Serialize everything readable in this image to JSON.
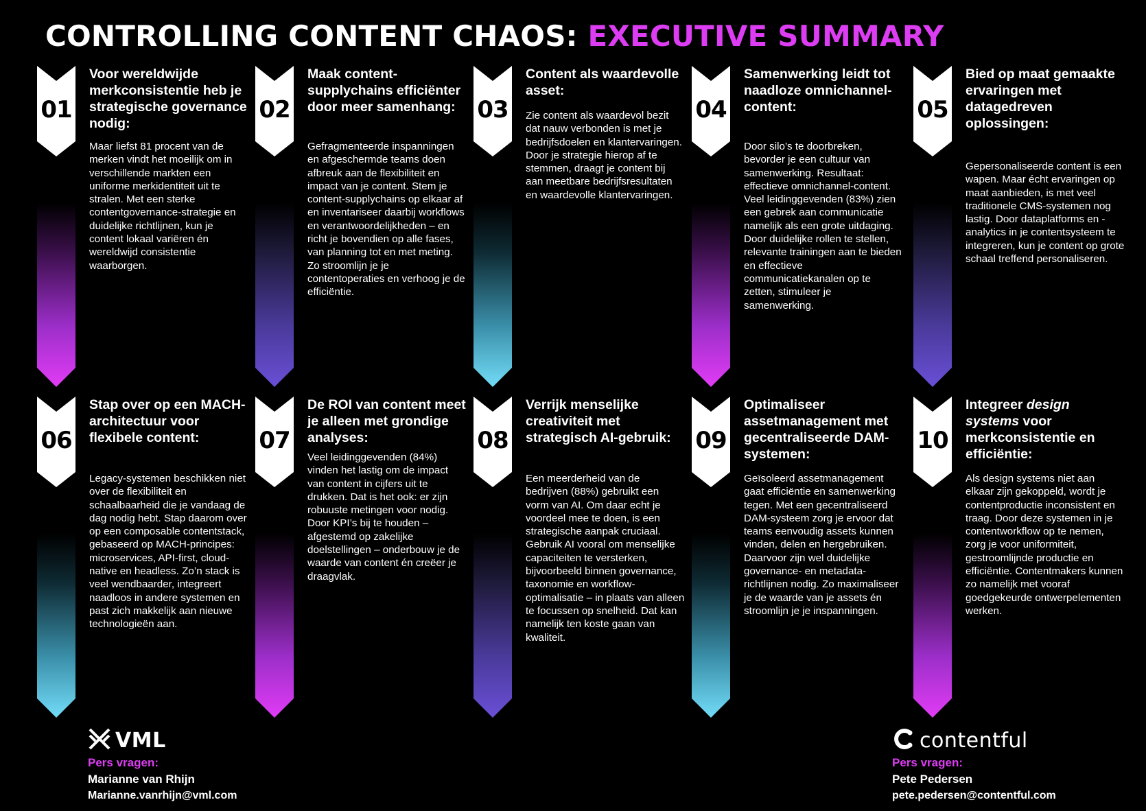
{
  "header": {
    "title_main": "CONTROLLING CONTENT CHAOS:",
    "title_accent": "EXECUTIVE SUMMARY",
    "accent_color": "#dc3df2"
  },
  "cards": [
    {
      "number": "01",
      "title": "Voor wereldwijde merkconsistentie heb je strategische governance nodig:",
      "body": "Maar liefst 81 procent van de merken vindt het moeilijk om in verschillende markten een uniforme merkidentiteit uit te stralen. Met een sterke contentgovernance-strategie en duidelijke richtlijnen, kun je content lokaal variëren én wereldwijd consistentie waarborgen.",
      "gradient": [
        "#000000",
        "#3a0f4a",
        "#9b2ec8",
        "#e13cf5"
      ]
    },
    {
      "number": "02",
      "title": "Maak content-supplychains efficiënter door meer samenhang:",
      "body": "Gefragmenteerde inspanningen en afgeschermde teams doen afbreuk aan de flexibiliteit en impact van je content. Stem je content-supplychains op elkaar af en inventariseer daarbij workflows en verantwoordelijkheden – en richt je bovendien op alle fases, van planning tot en met meting. Zo stroomlijn je je contentoperaties en verhoog je de efficiëntie.",
      "gradient": [
        "#000000",
        "#1e1a3a",
        "#4a3a9a",
        "#6a4fd6"
      ]
    },
    {
      "number": "03",
      "title": "Content als waardevolle asset:",
      "body": "Zie content als waardevol bezit dat nauw verbonden is met je bedrijfsdoelen en klantervaringen. Door je strategie hierop af te stemmen, draagt je content bij aan meetbare bedrijfsresultaten en waardevolle klantervaringen.",
      "gradient": [
        "#000000",
        "#0e2a33",
        "#3a8ea8",
        "#72dcf8"
      ]
    },
    {
      "number": "04",
      "title": "Samenwerking leidt tot naadloze omnichannel-content:",
      "body": "Door silo’s te doorbreken, bevorder je een cultuur van samenwerking. Resultaat: effectieve omnichannel-content. Veel leidinggevenden (83%) zien een gebrek aan communicatie namelijk als een grote uitdaging. Door duidelijke rollen te stellen, relevante trainingen aan te bieden en effectieve communicatiekanalen op te zetten, stimuleer je samenwerking.",
      "gradient": [
        "#000000",
        "#3a0f4a",
        "#9b2ec8",
        "#e13cf5"
      ]
    },
    {
      "number": "05",
      "title": "Bied op maat gemaakte ervaringen met datagedreven oplossingen:",
      "body": "Gepersonaliseerde content is een wapen. Maar écht ervaringen op maat aanbieden, is met veel traditionele CMS-systemen nog lastig. Door dataplatforms en -analytics in je contentsysteem te integreren, kun je content op grote schaal treffend personaliseren.",
      "gradient": [
        "#000000",
        "#1e1a3a",
        "#4a3a9a",
        "#6a4fd6"
      ]
    },
    {
      "number": "06",
      "title": "Stap over op een MACH-architectuur voor flexibele content:",
      "body": "Legacy-systemen beschikken niet over de flexibiliteit en schaalbaarheid die je vandaag de dag nodig hebt. Stap daarom over op een composable contentstack, gebaseerd op MACH-principes: microservices, API-first, cloud-native en headless. Zo’n stack is veel wendbaarder, integreert naadloos in andere systemen en past zich makkelijk aan nieuwe technologieën aan.",
      "gradient": [
        "#000000",
        "#0e2a33",
        "#3a8ea8",
        "#72dcf8"
      ]
    },
    {
      "number": "07",
      "title": "De ROI van content meet je alleen met grondige analyses:",
      "body": "Veel leidinggevenden (84%) vinden het lastig om de impact van content in cijfers uit te drukken. Dat is het ook: er zijn robuuste metingen voor nodig. Door KPI’s bij te houden – afgestemd op zakelijke doelstellingen – onderbouw je de waarde van content én creëer je draagvlak.",
      "gradient": [
        "#000000",
        "#3a0f4a",
        "#9b2ec8",
        "#e13cf5"
      ]
    },
    {
      "number": "08",
      "title": "Verrijk menselijke creativiteit met strategisch AI-gebruik:",
      "body": "Een meerderheid van de bedrijven (88%) gebruikt een vorm van AI. Om daar echt je voordeel mee te doen, is een strategische aanpak cruciaal. Gebruik AI vooral om menselijke capaciteiten te versterken, bijvoorbeeld binnen governance, taxonomie en workflow-optimalisatie – in plaats van alleen te focussen op snelheid. Dat kan namelijk ten koste gaan van kwaliteit.",
      "gradient": [
        "#000000",
        "#1e1a3a",
        "#4a3a9a",
        "#6a4fd6"
      ]
    },
    {
      "number": "09",
      "title": "Optimaliseer assetmanagement met gecentraliseerde DAM-systemen:",
      "body": "Geïsoleerd assetmanagement gaat efficiëntie en samenwerking tegen. Met een gecentraliseerd DAM-systeem zorg je ervoor dat teams eenvoudig assets kunnen vinden, delen en hergebruiken. Daarvoor zijn wel duidelijke governance- en metadata-richtlijnen nodig. Zo maximaliseer je de waarde van je assets én stroomlijn je je inspanningen.",
      "gradient": [
        "#000000",
        "#0e2a33",
        "#3a8ea8",
        "#72dcf8"
      ]
    },
    {
      "number": "10",
      "title_pre": "Integreer ",
      "title_em": "design systems",
      "title_post": " voor merkconsistentie en efficiëntie:",
      "body": "Als design systems niet aan elkaar zijn gekoppeld, wordt je contentproductie inconsistent en traag. Door deze systemen in je contentworkflow op te nemen, zorg je voor uniformiteit, gestroomlijnde productie en efficiëntie. Contentmakers kunnen zo namelijk met vooraf goedgekeurde ontwerpelementen werken.",
      "gradient": [
        "#000000",
        "#3a0f4a",
        "#9b2ec8",
        "#e13cf5"
      ]
    }
  ],
  "footer": {
    "left": {
      "logo_text": "VML",
      "label": "Pers vragen:",
      "name": "Marianne van Rhijn",
      "email": "Marianne.vanrhijn@vml.com"
    },
    "right": {
      "logo_text": "contentful",
      "label": "Pers vragen:",
      "name": "Pete Pedersen",
      "email": "pete.pedersen@contentful.com"
    }
  }
}
